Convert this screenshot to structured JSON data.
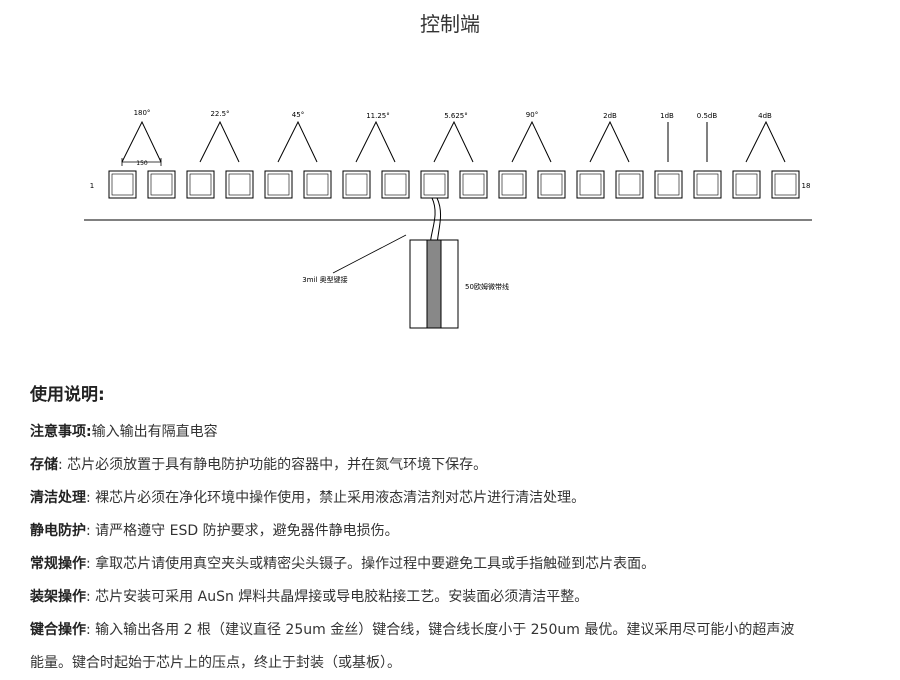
{
  "title": "控制端",
  "diagram": {
    "left_label": "1",
    "right_label": "18",
    "group_labels": [
      "180°",
      "22.5°",
      "45°",
      "11.25°",
      "5.625°",
      "90°",
      "2dB"
    ],
    "single_labels": [
      "1dB",
      "0.5dB"
    ],
    "last_group_label": "4dB",
    "dimension_label": "150",
    "bondwire_label": "3mil 奥型键接",
    "line_label": "50欧姆微带线"
  },
  "instructions": {
    "heading": "使用说明:",
    "items": [
      {
        "label": "注意事项:",
        "text": "输入输出有隔直电容"
      },
      {
        "label": "存储",
        "text": ": 芯片必须放置于具有静电防护功能的容器中，并在氮气环境下保存。"
      },
      {
        "label": "清洁处理",
        "text": ": 裸芯片必须在净化环境中操作使用，禁止采用液态清洁剂对芯片进行清洁处理。"
      },
      {
        "label": "静电防护",
        "text": ": 请严格遵守 ESD 防护要求，避免器件静电损伤。"
      },
      {
        "label": "常规操作",
        "text": ": 拿取芯片请使用真空夹头或精密尖头镊子。操作过程中要避免工具或手指触碰到芯片表面。"
      },
      {
        "label": "装架操作",
        "text": ": 芯片安装可采用 AuSn 焊料共晶焊接或导电胶粘接工艺。安装面必须清洁平整。"
      },
      {
        "label": "键合操作",
        "text": ": 输入输出各用 2 根（建议直径 25um 金丝）键合线，键合线长度小于 250um 最优。建议采用尽可能小的超声波"
      },
      {
        "label": "",
        "text": "能量。键合时起始于芯片上的压点，终止于封装（或基板）。"
      }
    ]
  }
}
